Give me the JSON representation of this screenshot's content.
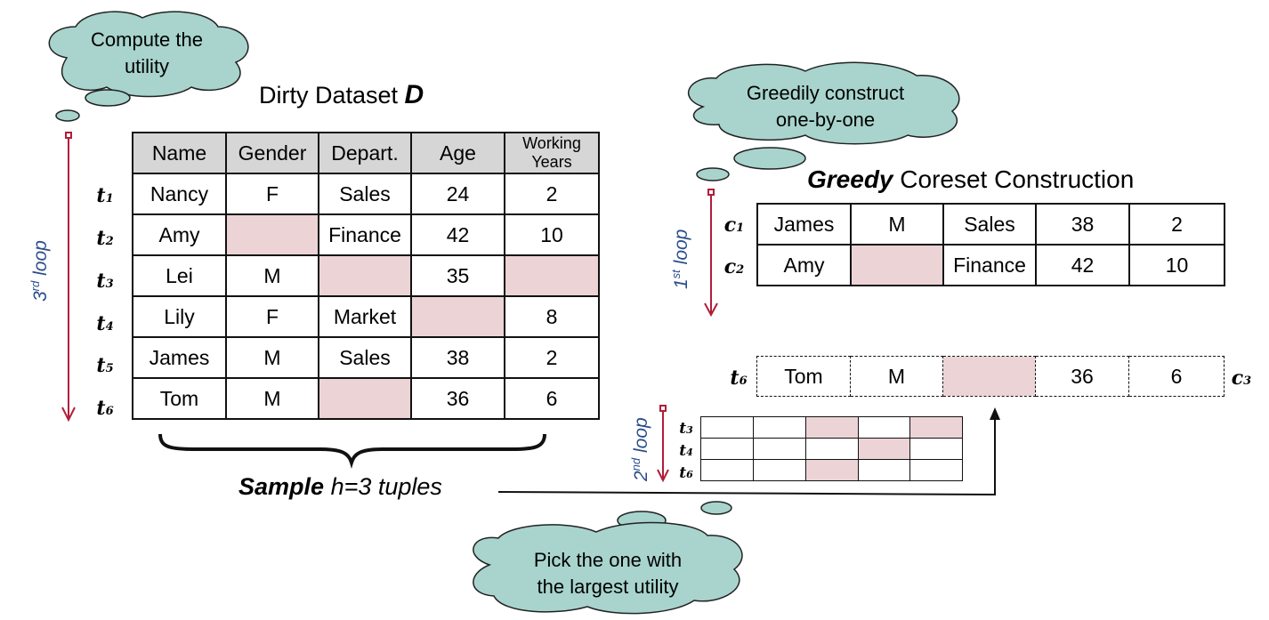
{
  "clouds": {
    "compute": "Compute the utility",
    "compute_line1": "Compute the",
    "compute_line2": "utility",
    "greedy": "Greedily construct one-by-one",
    "greedy_line1": "Greedily construct",
    "greedy_line2": "one-by-one",
    "pick": "Pick the one with the largest utility",
    "pick_line1": "Pick the one with",
    "pick_line2": "the largest utility"
  },
  "dirty_dataset": {
    "title_text": "Dirty Dataset ",
    "title_symbol": "D",
    "headers": [
      "Name",
      "Gender",
      "Depart.",
      "Age",
      "Working Years"
    ],
    "header_working_line1": "Working",
    "header_working_line2": "Years",
    "rows": [
      {
        "label": "t",
        "sub": "1",
        "cells": [
          "Nancy",
          "F",
          "Sales",
          "24",
          "2"
        ]
      },
      {
        "label": "t",
        "sub": "2",
        "cells": [
          "Amy",
          "",
          "Finance",
          "42",
          "10"
        ]
      },
      {
        "label": "t",
        "sub": "3",
        "cells": [
          "Lei",
          "M",
          "",
          "35",
          ""
        ]
      },
      {
        "label": "t",
        "sub": "4",
        "cells": [
          "Lily",
          "F",
          "Market",
          "",
          "8"
        ]
      },
      {
        "label": "t",
        "sub": "5",
        "cells": [
          "James",
          "M",
          "Sales",
          "38",
          "2"
        ]
      },
      {
        "label": "t",
        "sub": "6",
        "cells": [
          "Tom",
          "M",
          "",
          "36",
          "6"
        ]
      }
    ]
  },
  "loops": {
    "third": {
      "ordinal": "3",
      "suffix": "rd",
      "word": "loop"
    },
    "first": {
      "ordinal": "1",
      "suffix": "st",
      "word": "loop"
    },
    "second": {
      "ordinal": "2",
      "suffix": "nd",
      "word": "loop"
    }
  },
  "sample": {
    "bold": "Sample",
    "rest": "h=3 tuples"
  },
  "greedy": {
    "bold": "Greedy",
    "rest": " Coreset Construction"
  },
  "coreset": [
    {
      "label": "c",
      "sub": "1",
      "cells": [
        "James",
        "M",
        "Sales",
        "38",
        "2"
      ]
    },
    {
      "label": "c",
      "sub": "2",
      "cells": [
        "Amy",
        "",
        "Finance",
        "42",
        "10"
      ]
    }
  ],
  "candidate": {
    "left_label": "t",
    "left_sub": "6",
    "right_label": "c",
    "right_sub": "3",
    "cells": [
      "Tom",
      "M",
      "",
      "36",
      "6"
    ]
  },
  "mini_grid": {
    "rows": [
      {
        "label": "t",
        "sub": "3",
        "empty": [
          false,
          false,
          true,
          false,
          true
        ]
      },
      {
        "label": "t",
        "sub": "4",
        "empty": [
          false,
          false,
          false,
          true,
          false
        ]
      },
      {
        "label": "t",
        "sub": "6",
        "empty": [
          false,
          false,
          true,
          false,
          false
        ]
      }
    ]
  },
  "colors": {
    "empty_cell": "#ecd3d6",
    "header_fill": "#d6d6d6",
    "cloud_fill": "#a8d4cd",
    "loop_arrow": "#b01e3a",
    "loop_text": "#2a4e8c"
  }
}
